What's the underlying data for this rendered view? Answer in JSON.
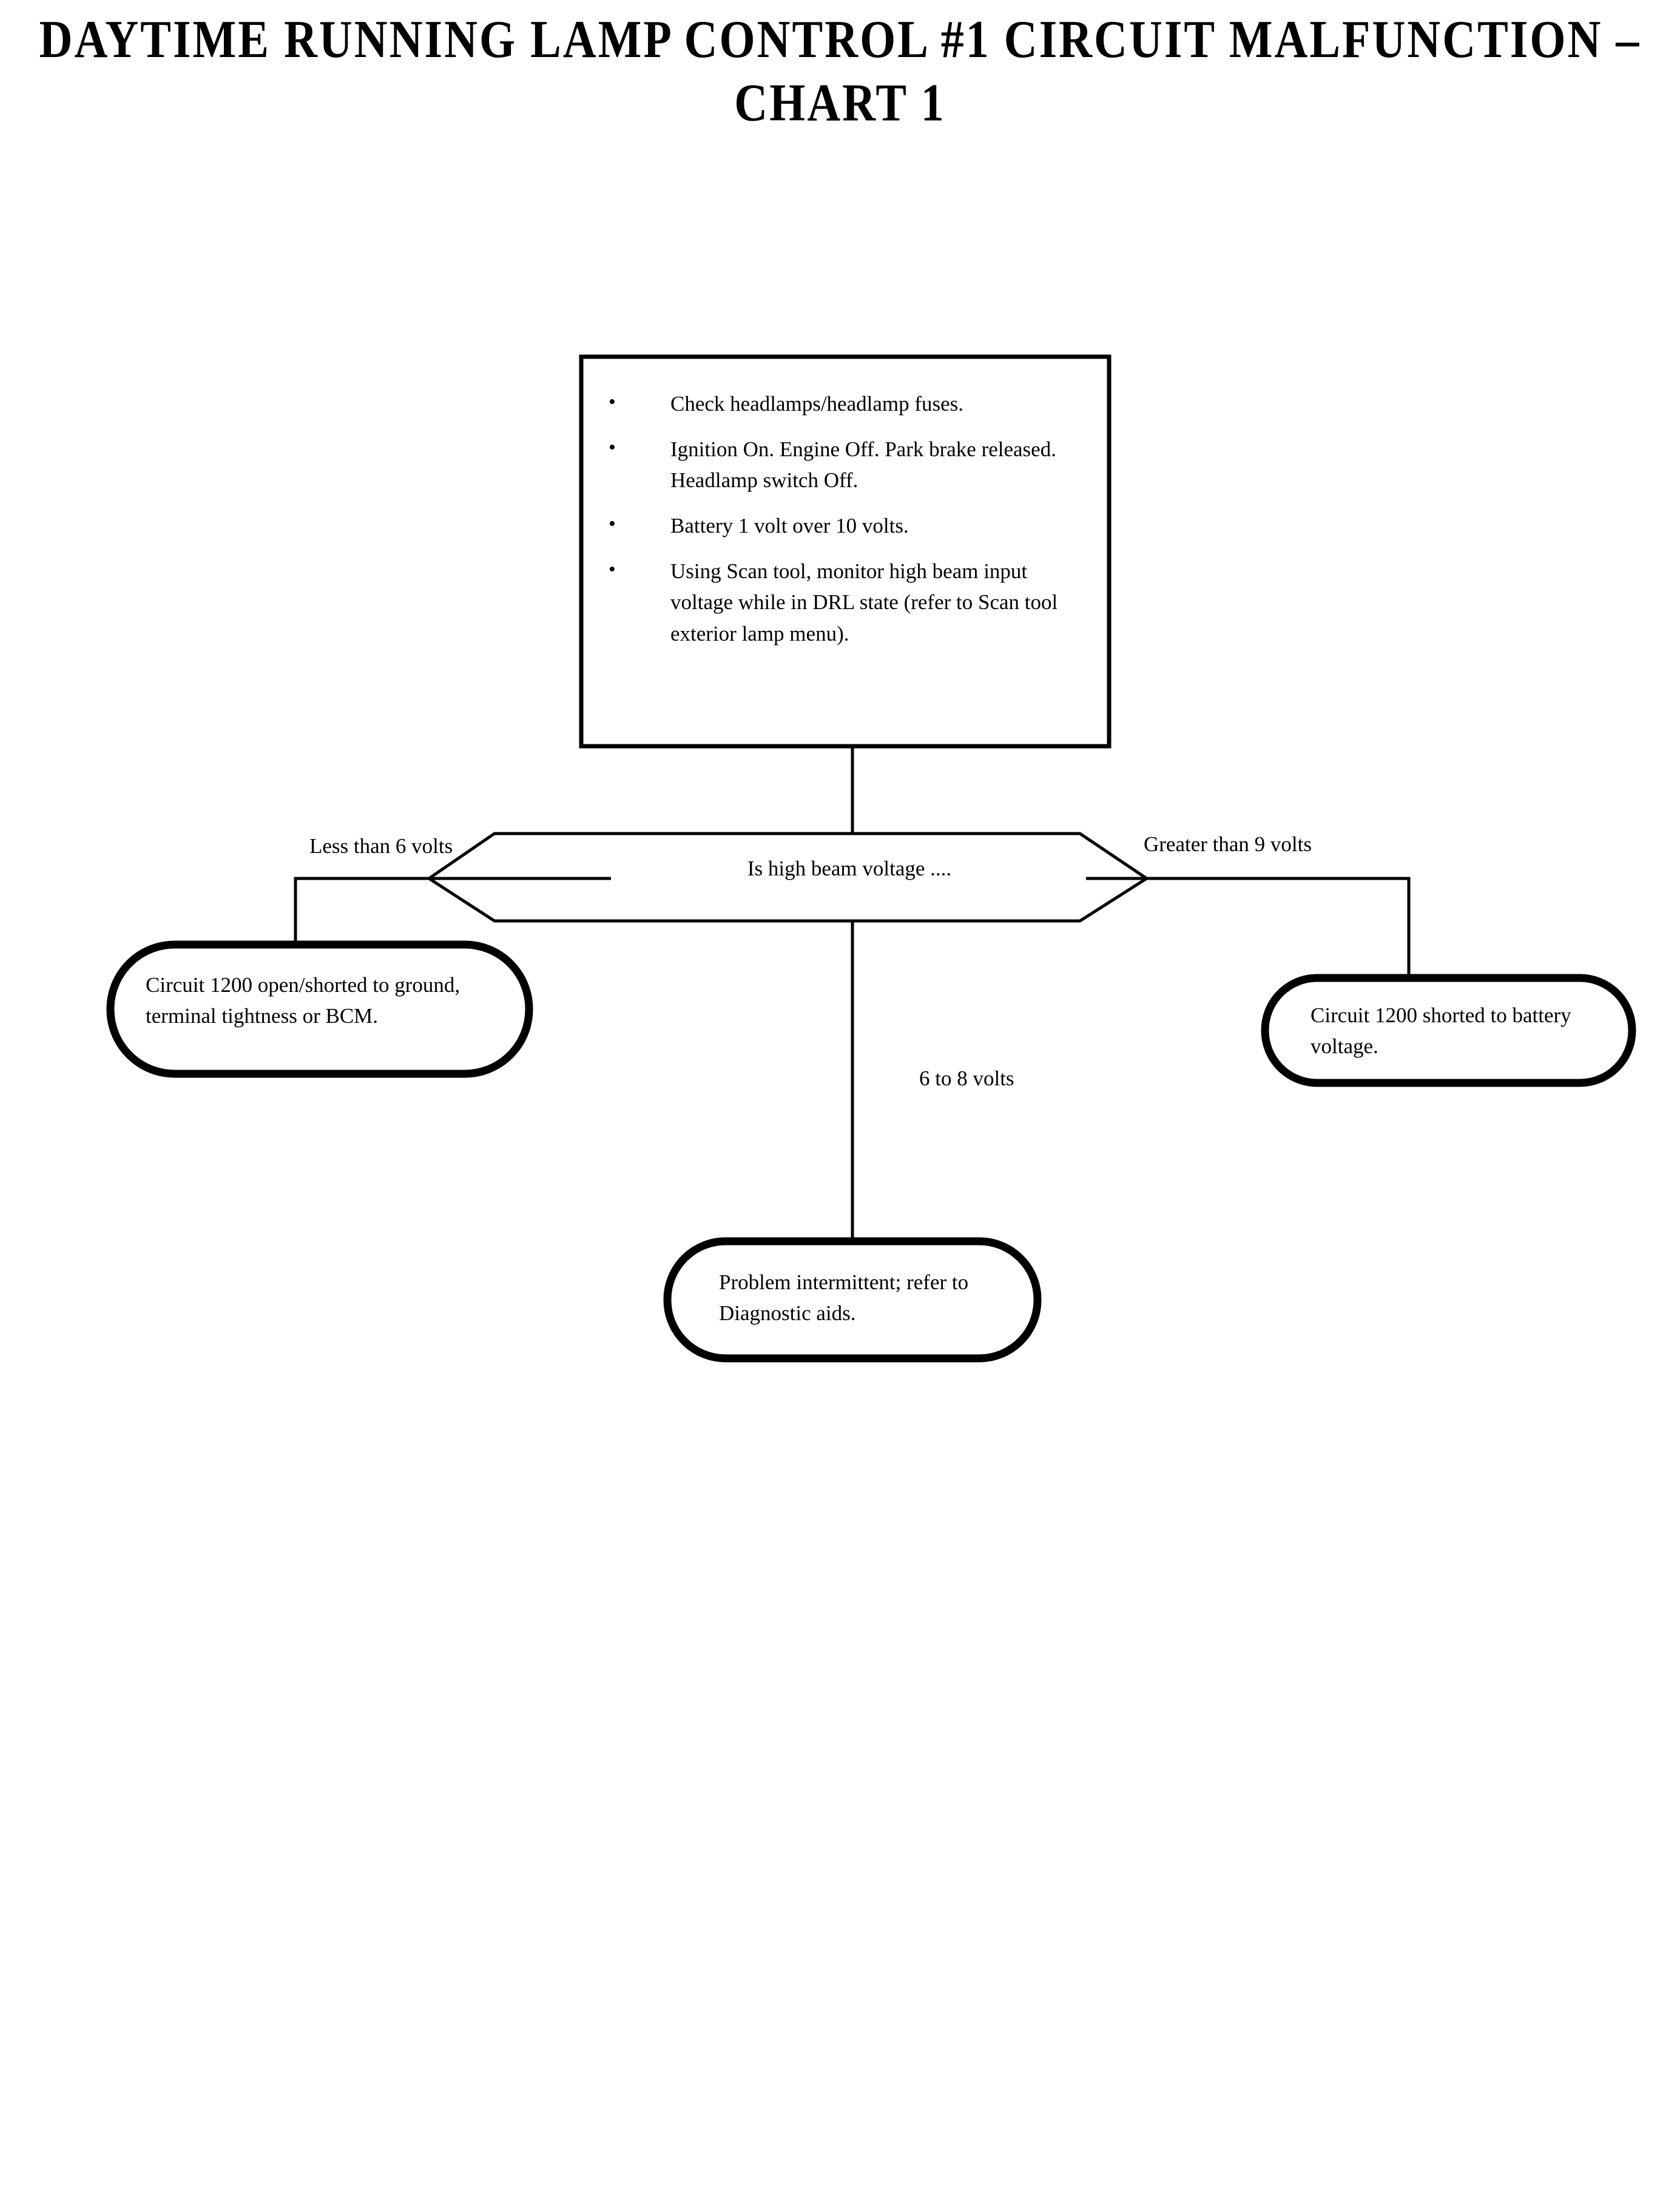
{
  "document": {
    "title_line1": "DAYTIME RUNNING LAMP CONTROL #1 CIRCUIT MALFUNCTION –",
    "title_line2": "CHART 1",
    "title_full": "DAYTIME RUNNING LAMP CONTROL #1 CIRCUIT MALFUNCTION –\nCHART 1"
  },
  "chart_data": {
    "type": "diagram",
    "diagram_kind": "flowchart",
    "title": "DAYTIME RUNNING LAMP CONTROL #1 CIRCUIT MALFUNCTION – CHART 1",
    "nodes": [
      {
        "id": "instructions",
        "shape": "rectangle",
        "bullets": [
          "Check headlamps/headlamp fuses.",
          "Ignition On. Engine Off. Park brake released. Headlamp switch Off.",
          "Battery 1 volt over 10 volts.",
          "Using Scan tool, monitor high beam input voltage while in DRL state (refer to Scan tool exterior lamp menu)."
        ]
      },
      {
        "id": "decision",
        "shape": "hexagon",
        "text": "Is high beam voltage ...."
      },
      {
        "id": "terminal-left",
        "shape": "stadium",
        "text": "Circuit 1200 open/shorted to ground, terminal tightness or BCM."
      },
      {
        "id": "terminal-right",
        "shape": "stadium",
        "text": "Circuit 1200 shorted to battery voltage."
      },
      {
        "id": "terminal-down",
        "shape": "stadium",
        "text": "Problem intermittent; refer to Diagnostic aids."
      }
    ],
    "edges": [
      {
        "from": "instructions",
        "to": "decision",
        "label": ""
      },
      {
        "from": "decision",
        "to": "terminal-left",
        "label": "Less than 6 volts"
      },
      {
        "from": "decision",
        "to": "terminal-right",
        "label": "Greater than 9 volts"
      },
      {
        "from": "decision",
        "to": "terminal-down",
        "label": "6 to 8 volts"
      }
    ]
  },
  "instruction_box": {
    "bullet_glyph": "•",
    "items": [
      "Check headlamps/headlamp fuses.",
      "Ignition On. Engine Off. Park brake released. Headlamp switch Off.",
      "Battery 1 volt over 10 volts.",
      "Using Scan tool, monitor high beam input voltage while in DRL state (refer to Scan tool exterior lamp menu)."
    ]
  },
  "decision": {
    "text": "Is high beam voltage ...."
  },
  "branches": {
    "left": "Less than 6 volts",
    "right": "Greater than 9 volts",
    "down": "6 to 8 volts"
  },
  "terminals": {
    "left": "Circuit 1200 open/shorted to ground, terminal tightness or BCM.",
    "right": "Circuit 1200 shorted to battery voltage.",
    "down": "Problem intermittent; refer to Diagnostic aids."
  },
  "colors": {
    "ink": "#000000",
    "paper": "#ffffff"
  }
}
